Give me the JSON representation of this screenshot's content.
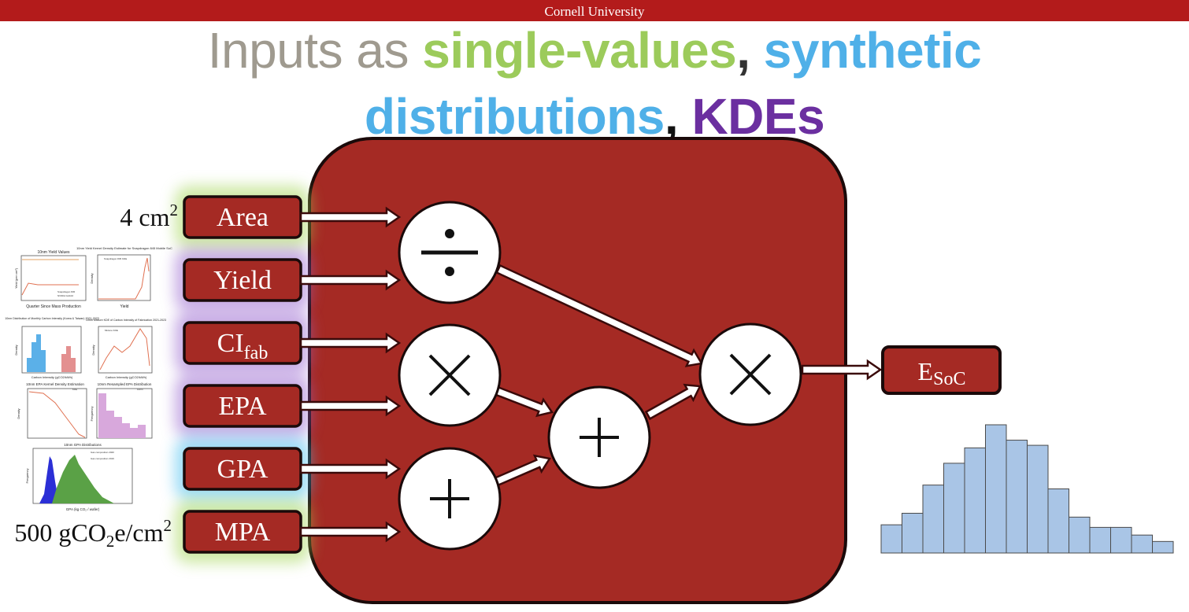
{
  "header": {
    "institution": "Cornell University"
  },
  "title": {
    "line1": [
      "Inputs as ",
      "single-values",
      ", ",
      "synthetic"
    ],
    "line2": [
      "distributions",
      ", ",
      "KDEs"
    ]
  },
  "inputs": [
    {
      "label": "Area",
      "sub": "",
      "glow": "#a6d75b"
    },
    {
      "label": "Yield",
      "sub": "",
      "glow": "#9b6ad0"
    },
    {
      "label": "CI",
      "sub": "fab",
      "glow": "#9b6ad0"
    },
    {
      "label": "EPA",
      "sub": "",
      "glow": "#9b6ad0"
    },
    {
      "label": "GPA",
      "sub": "",
      "glow": "#4fc1f0"
    },
    {
      "label": "MPA",
      "sub": "",
      "glow": "#a6d75b"
    }
  ],
  "annotations": {
    "area_value": "4 cm",
    "area_sup": "2",
    "mpa_value_a": "500 gCO",
    "mpa_value_sub": "2",
    "mpa_value_b": "e/cm",
    "mpa_value_sup": "2"
  },
  "operators": {
    "divide": "÷",
    "multiply": "×",
    "add": "+"
  },
  "output": {
    "label": "E",
    "sub": "SoC"
  },
  "histogram": {
    "values": [
      0.22,
      0.31,
      0.53,
      0.7,
      0.82,
      1.0,
      0.88,
      0.84,
      0.5,
      0.28,
      0.2,
      0.2,
      0.14,
      0.09
    ]
  },
  "mini_plots": {
    "p1": {
      "title": "10nm Yield Values",
      "xlabel": "Quarter Since Mass Production",
      "ylabel": "Yield (per cm²)",
      "legend": [
        "Snapdragon 845",
        "NVIDIA GA102"
      ]
    },
    "p2": {
      "title": "10nm Yield Kernel Density Estimate for Snapdragon 845 Mobile SoC",
      "xlabel": "Yield",
      "ylabel": "Density",
      "legend": [
        "Snapdragon 845 KDE"
      ]
    },
    "p3": {
      "title": "10nm Distribution of Monthly Carbon Intensity (Korea & Taiwan) 2021-2023",
      "xlabel": "Carbon Intensity (gCO2/kWh)",
      "ylabel": "Density"
    },
    "p4": {
      "title": "10nm Mixture KDE of Carbon Intensity of Fabrication 2021-2023",
      "xlabel": "Carbon Intensity (gCO2/kWh)",
      "ylabel": "Density",
      "legend": [
        "Mixture KDE"
      ]
    },
    "p5": {
      "title": "10nm EPA Kernel Density Estimation",
      "ylabel": "Density",
      "legend": [
        "KDE"
      ]
    },
    "p6": {
      "title": "10nm Resampled EPA Distribution",
      "ylabel": "Frequency",
      "legend": [
        "10nm"
      ]
    },
    "p7": {
      "title": "10nm GPA Distributions",
      "xlabel": "GPA (kg CO₂ / wafer)",
      "ylabel": "Frequency",
      "legend": [
        "Gas composition 2020",
        "Gas composition 2019"
      ]
    }
  },
  "colors": {
    "box": "#a52a24",
    "box_border": "#1a0a0a",
    "arrow_fill": "#ffffff",
    "arrow_stroke": "#3a0a0a",
    "hist_fill": "#a9c5e6",
    "hist_stroke": "#4a4a4a"
  }
}
